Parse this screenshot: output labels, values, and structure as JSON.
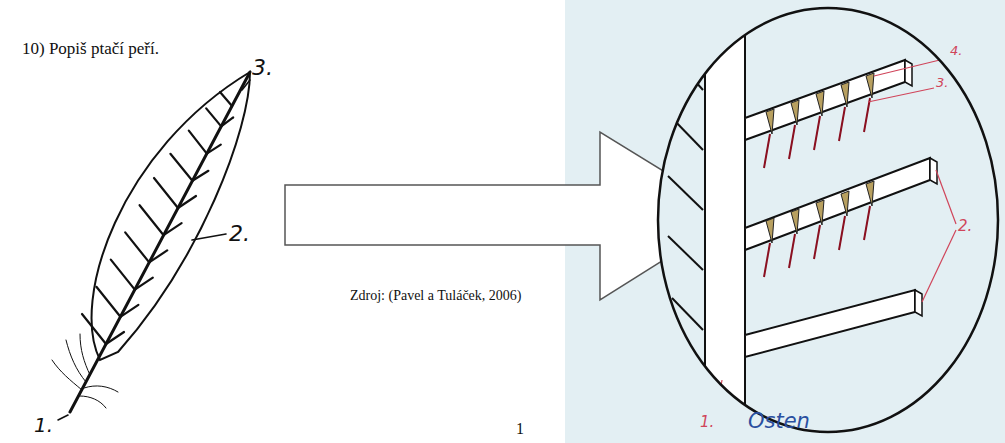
{
  "diagram": {
    "title": "10) Popiš ptačí peří.",
    "caption": "Zdroj: (Pavel a Tuláček, 2006)",
    "labels": [
      "3.",
      "2.",
      "1.",
      "4.",
      "3.",
      "2.",
      "1.",
      "Osten",
      "1"
    ]
  }
}
